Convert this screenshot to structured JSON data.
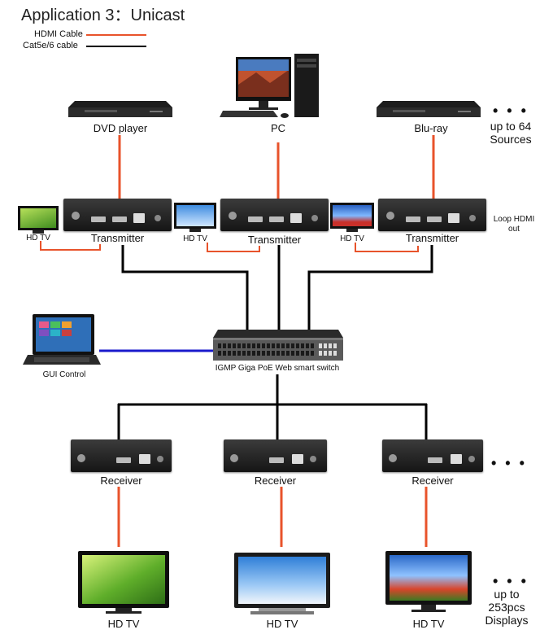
{
  "title": "Application 3：Unicast",
  "legend": {
    "hdmi_label": "HDMI Cable",
    "cat_label": "Cat5e/6 cable",
    "hdmi_color": "#e8532b",
    "cat_color": "#000000",
    "gui_line_color": "#1a1acc"
  },
  "sources": {
    "dvd": "DVD player",
    "pc": "PC",
    "bluray": "Blu-ray",
    "more": "up to 64 Sources"
  },
  "transmitters": [
    "Transmitter",
    "Transmitter",
    "Transmitter"
  ],
  "loop_tvs": [
    "HD TV",
    "HD TV",
    "HD TV"
  ],
  "loop_note": "Loop HDMI out",
  "switch_label": "IGMP Giga PoE Web smart switch",
  "gui_label": "GUI Control",
  "receivers": [
    "Receiver",
    "Receiver",
    "Receiver"
  ],
  "displays": [
    "HD TV",
    "HD TV",
    "HD TV"
  ],
  "displays_more": "up to 253pcs Displays",
  "ellipsis": "• • •",
  "icons": [
    "dvd-player-icon",
    "pc-icon",
    "bluray-player-icon",
    "transmitter-icon",
    "tv-icon",
    "network-switch-icon",
    "laptop-icon",
    "receiver-icon"
  ]
}
